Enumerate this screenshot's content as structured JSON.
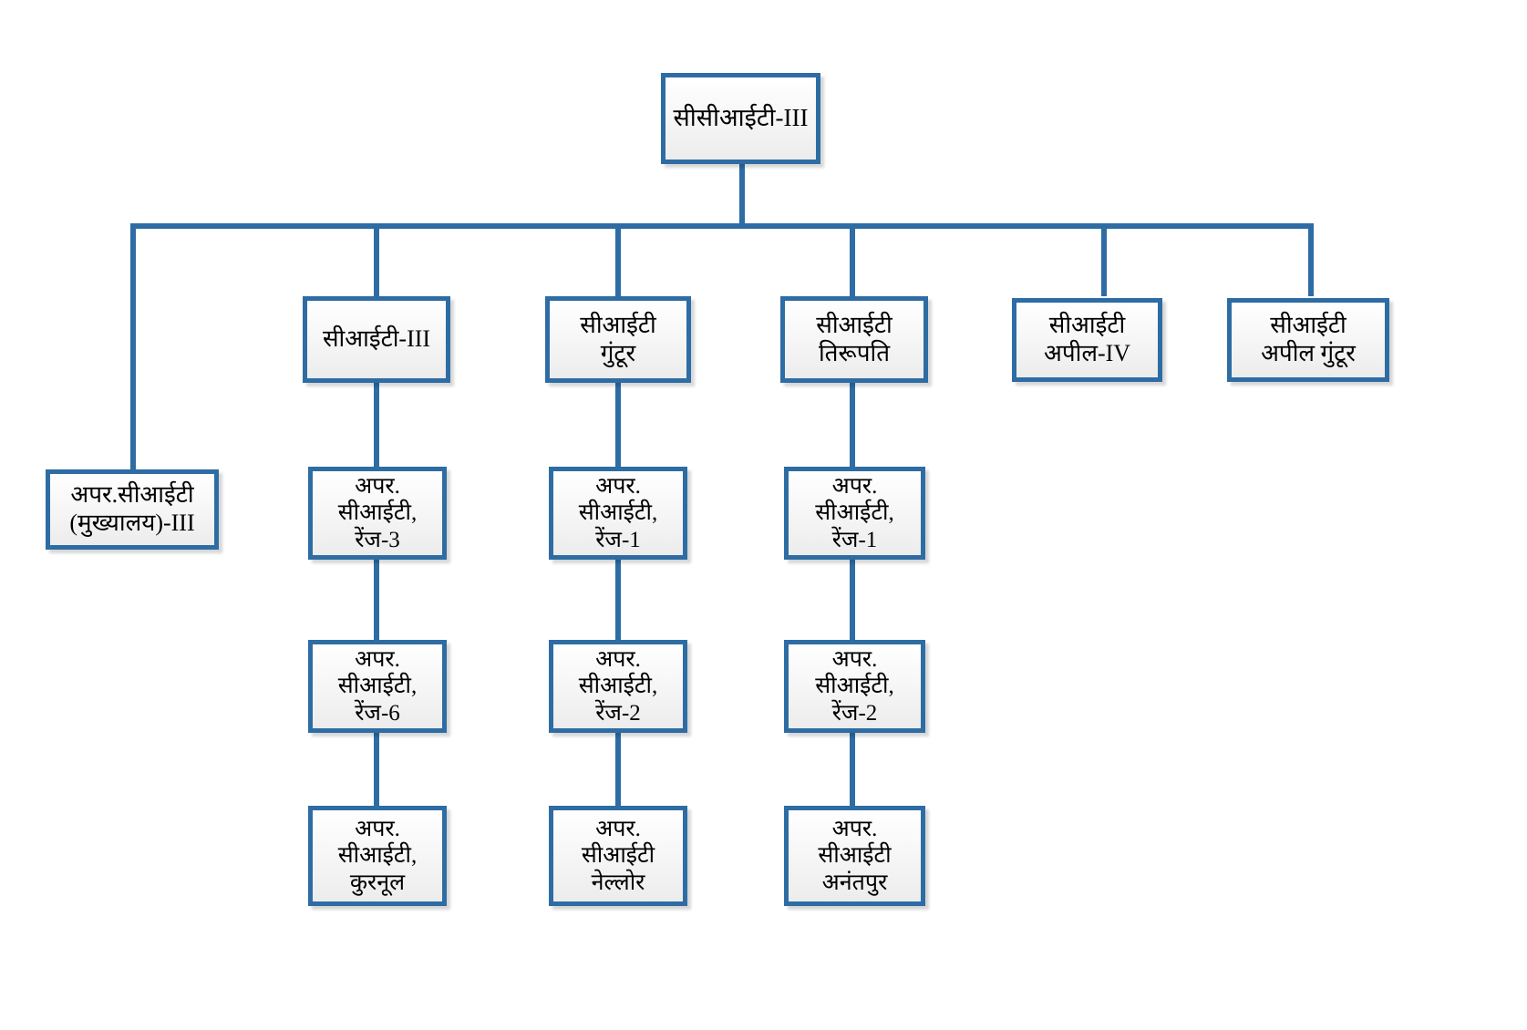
{
  "chart_title": "",
  "theme": {
    "border_color": "#2E6CA4",
    "connector_color": "#2E6CA4",
    "box_fill": "#F2F2F2",
    "text_color": "#000000",
    "background": "#FFFFFF"
  },
  "org_chart": {
    "type": "organization-hierarchy",
    "root": {
      "id": "ccit-3",
      "label": "सीसीआईटी-III"
    },
    "level2": [
      {
        "id": "cit-3",
        "label": "सीआईटी-III"
      },
      {
        "id": "cit-guntur",
        "label": "सीआईटी\nगुंटूर"
      },
      {
        "id": "cit-tirupati",
        "label": "सीआईटी\nतिरूपति"
      },
      {
        "id": "cit-appeal-4",
        "label": "सीआईटी\nअपील-IV"
      },
      {
        "id": "cit-appeal-guntur",
        "label": "सीआईटी\nअपील गुंटूर"
      }
    ],
    "headquarters": {
      "id": "addl-cit-hq-3",
      "label": "अपर.सीआईटी\n(मुख्यालय)-III"
    },
    "columns": [
      {
        "parent": "cit-3",
        "nodes": [
          {
            "id": "addl-cit-range-3",
            "label": "अपर.\nसीआईटी,\nरेंज-3"
          },
          {
            "id": "addl-cit-range-6",
            "label": "अपर.\nसीआईटी,\nरेंज-6"
          },
          {
            "id": "addl-cit-kurnool",
            "label": "अपर.\nसीआईटी,\nकुरनूल"
          }
        ]
      },
      {
        "parent": "cit-guntur",
        "nodes": [
          {
            "id": "addl-cit-g-range-1",
            "label": "अपर.\nसीआईटी,\nरेंज-1"
          },
          {
            "id": "addl-cit-g-range-2",
            "label": "अपर.\nसीआईटी,\nरेंज-2"
          },
          {
            "id": "addl-cit-nellore",
            "label": "अपर.\nसीआईटी\nनेल्लोर"
          }
        ]
      },
      {
        "parent": "cit-tirupati",
        "nodes": [
          {
            "id": "addl-cit-t-range-1",
            "label": "अपर.\nसीआईटी,\nरेंज-1"
          },
          {
            "id": "addl-cit-t-range-2",
            "label": "अपर.\nसीआईटी,\nरेंज-2"
          },
          {
            "id": "addl-cit-anantapur",
            "label": "अपर.\nसीआईटी\nअनंतपुर"
          }
        ]
      }
    ]
  }
}
